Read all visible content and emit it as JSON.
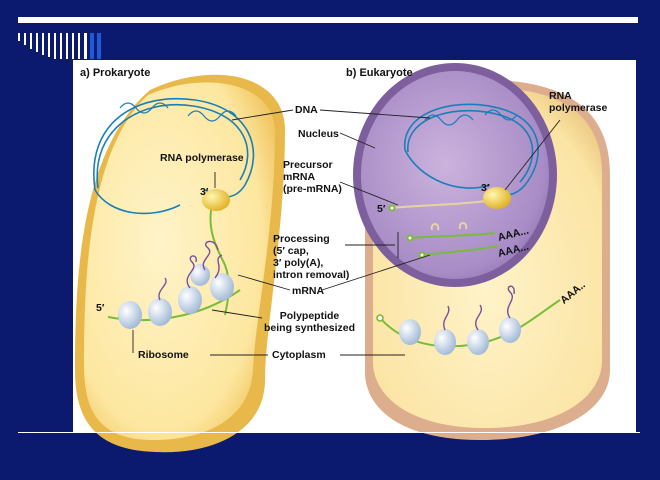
{
  "slide": {
    "background_color": "#0b1a6e",
    "accent_color": "#1e5ad8"
  },
  "panels": {
    "prokaryote_title": "a) Prokaryote",
    "eukaryote_title": "b) Eukaryote"
  },
  "labels": {
    "dna": "DNA",
    "nucleus": "Nucleus",
    "rna_polymerase_left": "RNA polymerase",
    "rna_polymerase_right": "RNA\npolymerase",
    "precursor_mrna": "Precursor\nmRNA\n(pre-mRNA)",
    "three_prime_left": "3′",
    "three_prime_right": "3′",
    "five_prime_left": "5′",
    "five_prime_right": "5′",
    "processing": "Processing\n(5′ cap,\n3′ poly(A),\nintron removal)",
    "aaa_1": "AAA...",
    "aaa_2": "AAA...",
    "aaa_3": "AAA..",
    "mrna": "mRNA",
    "polypeptide": "Polypeptide\nbeing synthesized",
    "ribosome": "Ribosome",
    "cytoplasm": "Cytoplasm"
  }
}
